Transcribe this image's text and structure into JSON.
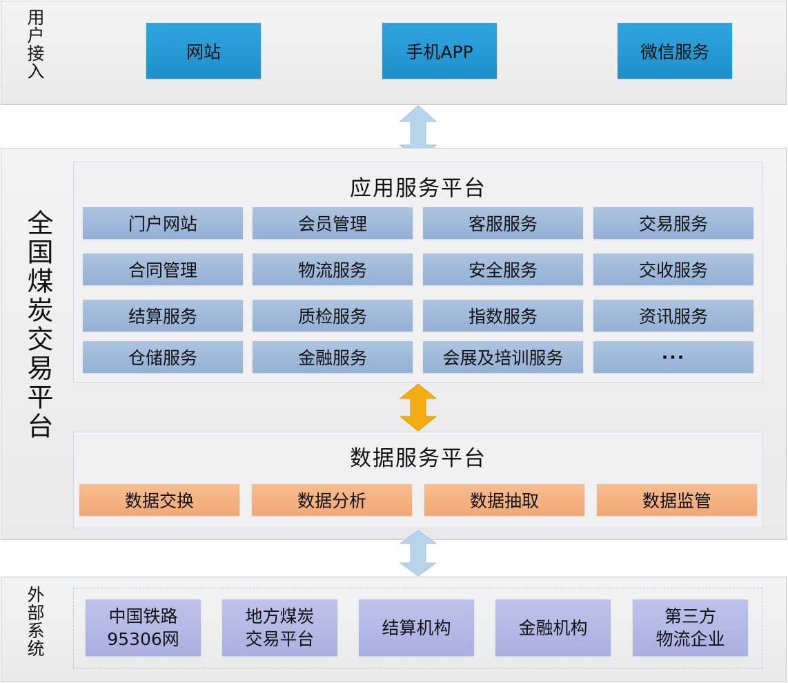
{
  "user_access": {
    "label": "用户接入",
    "items": [
      "网站",
      "手机APP",
      "微信服务"
    ]
  },
  "platform": {
    "label": "全国煤炭交易平台",
    "app_platform": {
      "title": "应用服务平台",
      "services": [
        "门户网站",
        "会员管理",
        "客服服务",
        "交易服务",
        "合同管理",
        "物流服务",
        "安全服务",
        "交收服务",
        "结算服务",
        "质检服务",
        "指数服务",
        "资讯服务",
        "仓储服务",
        "金融服务",
        "会展及培训服务",
        "···"
      ]
    },
    "data_platform": {
      "title": "数据服务平台",
      "services": [
        "数据交换",
        "数据分析",
        "数据抽取",
        "数据监管"
      ]
    }
  },
  "external": {
    "label": "外部系统",
    "items": [
      {
        "line1": "中国铁路",
        "line2": "95306网"
      },
      {
        "line1": "地方煤炭",
        "line2": "交易平台"
      },
      {
        "line1": "结算机构",
        "line2": ""
      },
      {
        "line1": "金融机构",
        "line2": ""
      },
      {
        "line1": "第三方",
        "line2": "物流企业"
      }
    ]
  },
  "colors": {
    "access_box": "#279ad4",
    "app_service": "#9fb9da",
    "data_service": "#f4b283",
    "external_box": "#b5bae5",
    "arrow_blue": "#b8d4ea",
    "arrow_orange": "#f3ad12"
  }
}
